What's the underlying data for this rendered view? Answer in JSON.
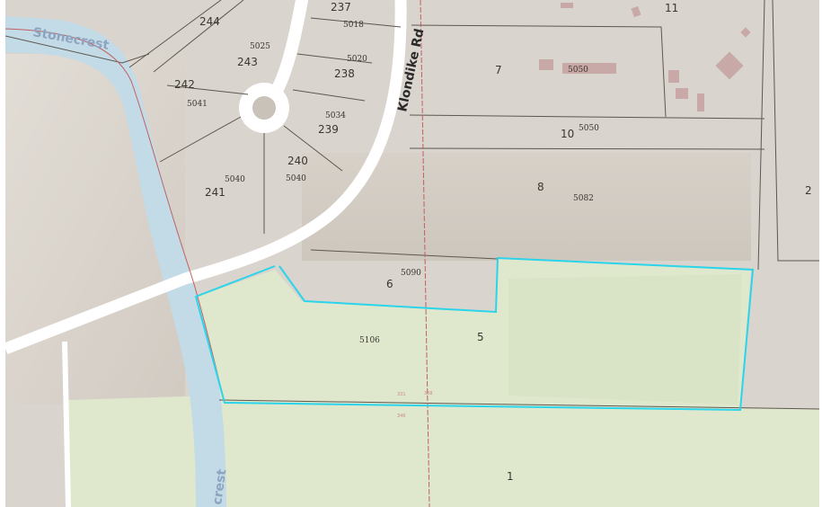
{
  "map": {
    "colors": {
      "terrain": "#d9d4cd",
      "terrain_dark": "#cfc8bf",
      "meadow": "#dfe8cd",
      "meadow_dark": "#d5e0bf",
      "water": "#c2dbe7",
      "road": "#ffffff",
      "parcel_line": "#5e5750",
      "highlight": "#2ad4ea",
      "survey_line": "#c26060",
      "building": "#c9a9a7"
    },
    "roads": {
      "klondike": "Klondike Rd",
      "stonecrest_top": "Stonecrest",
      "stonecrest_bottom": "crest"
    },
    "parcels": [
      {
        "id": "p244",
        "number": "244"
      },
      {
        "id": "p243",
        "number": "243"
      },
      {
        "id": "p242",
        "number": "242"
      },
      {
        "id": "p241",
        "number": "241"
      },
      {
        "id": "p240",
        "number": "240"
      },
      {
        "id": "p239",
        "number": "239"
      },
      {
        "id": "p238",
        "number": "238"
      },
      {
        "id": "p237",
        "number": "237"
      },
      {
        "id": "p7",
        "number": "7"
      },
      {
        "id": "p10",
        "number": "10"
      },
      {
        "id": "p8",
        "number": "8"
      },
      {
        "id": "p6",
        "number": "6"
      },
      {
        "id": "p5",
        "number": "5"
      },
      {
        "id": "p1",
        "number": "1"
      },
      {
        "id": "p11",
        "number": "11"
      },
      {
        "id": "p2",
        "number": "2"
      }
    ],
    "addresses": [
      {
        "id": "a5025",
        "text": "5025"
      },
      {
        "id": "a5041",
        "text": "5041"
      },
      {
        "id": "a5020",
        "text": "5020"
      },
      {
        "id": "a5018",
        "text": "5018"
      },
      {
        "id": "a5034",
        "text": "5034"
      },
      {
        "id": "a5040a",
        "text": "5040"
      },
      {
        "id": "a5040b",
        "text": "5040"
      },
      {
        "id": "a5050a",
        "text": "5050"
      },
      {
        "id": "a5050b",
        "text": "5050"
      },
      {
        "id": "a5082",
        "text": "5082"
      },
      {
        "id": "a5090",
        "text": "5090"
      },
      {
        "id": "a5106",
        "text": "5106"
      }
    ],
    "tiny_labels": [
      {
        "id": "t1",
        "text": "331"
      },
      {
        "id": "t2",
        "text": "338"
      },
      {
        "id": "t3",
        "text": "346"
      }
    ]
  }
}
